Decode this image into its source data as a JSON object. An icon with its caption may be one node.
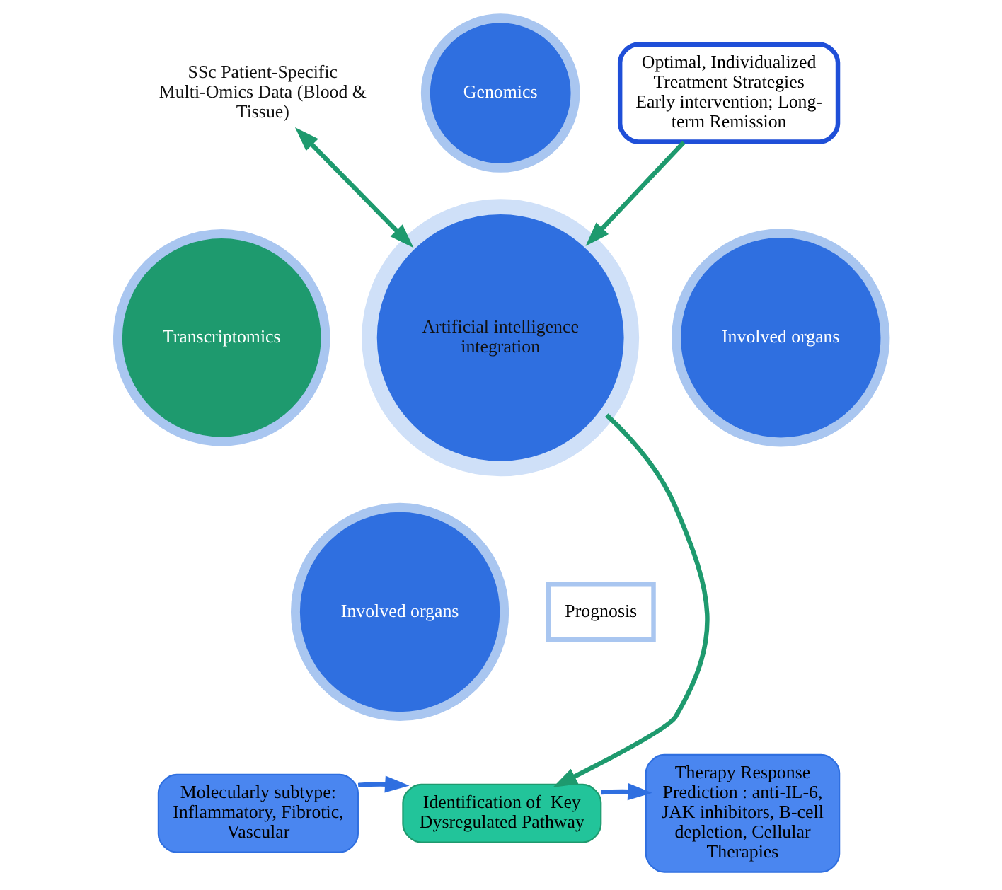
{
  "diagram": {
    "nodes": [
      {
        "text": [
          "SSc Patient-Specific Multi-Omics Data (Blood & Tissue)"
        ]
      },
      {
        "text": [
          "Optimal, Individualized Treatment Strategies",
          "Early intervention; Long-term Remission"
        ]
      },
      {
        "text": [
          "Genomics"
        ]
      },
      {
        "text": [
          "Transcriptomics"
        ]
      },
      {
        "text": [
          "Involved organs"
        ]
      },
      {
        "text": [
          "Artificial intelligence integration"
        ]
      },
      {
        "text": [
          "Involved organs"
        ]
      },
      {
        "text": [
          "Prognosis"
        ]
      },
      {
        "text": [
          "Molecularly subtype: Inflammatory, Fibrotic, Vascular"
        ]
      },
      {
        "text": [
          "Identification of  Key Dysregulated Pathway"
        ]
      },
      {
        "text": [
          "Therapy Response Prediction : anti-IL-6, JAK inhibitors, B-cell depletion, Cellular Therapies"
        ]
      }
    ],
    "edges": [
      {
        "from": 0,
        "to": 5,
        "arrow": "both"
      },
      {
        "from": 1,
        "to": 5,
        "arrow": "to"
      },
      {
        "from": 5,
        "to": 9,
        "arrow": "to"
      },
      {
        "from": 8,
        "to": 9,
        "arrow": "to",
        "color": "#2f6fe0"
      },
      {
        "from": 9,
        "to": 10,
        "arrow": "to",
        "color": "#2f6fe0"
      }
    ]
  }
}
